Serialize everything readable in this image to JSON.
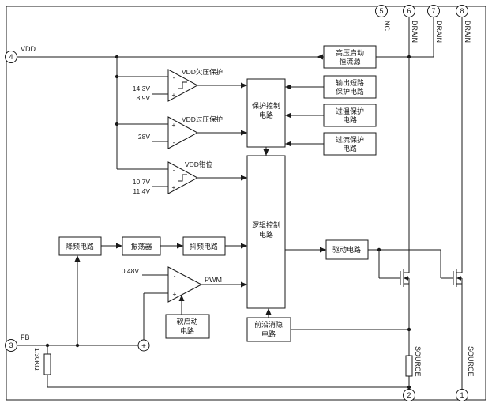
{
  "diagram": {
    "pins": {
      "pin1": {
        "num": "1",
        "label": "SOURCE"
      },
      "pin2": {
        "num": "2",
        "label": "SOURCE"
      },
      "pin3": {
        "num": "3",
        "label": "FB"
      },
      "pin4": {
        "num": "4",
        "label": "VDD"
      },
      "pin5": {
        "num": "5",
        "label": "NC"
      },
      "pin6": {
        "num": "6",
        "label": "DRAIN"
      },
      "pin7": {
        "num": "7",
        "label": "DRAIN"
      },
      "pin8": {
        "num": "8",
        "label": "DRAIN"
      }
    },
    "blocks": {
      "hv_startup": {
        "line1": "高压启动",
        "line2": "恒流源"
      },
      "output_short": {
        "line1": "输出短路",
        "line2": "保护电路"
      },
      "over_temp": {
        "line1": "过温保护",
        "line2": "电路"
      },
      "over_current": {
        "line1": "过流保护",
        "line2": "电路"
      },
      "protect_ctrl": {
        "line1": "保护控制",
        "line2": "电路"
      },
      "logic_ctrl": {
        "line1": "逻辑控制",
        "line2": "电路"
      },
      "freq_reduce": {
        "line1": "降频电路"
      },
      "oscillator": {
        "line1": "振荡器"
      },
      "freq_jitter": {
        "line1": "抖频电路"
      },
      "driver": {
        "line1": "驱动电路"
      },
      "soft_start": {
        "line1": "软启动",
        "line2": "电路"
      },
      "blanking": {
        "line1": "前沿消隐",
        "line2": "电路"
      }
    },
    "comparators": {
      "uvlo": {
        "label": "VDD欠压保护",
        "vth_high": "14.3V",
        "vth_low": "8.9V"
      },
      "ovp": {
        "label": "VDD过压保护",
        "vth": "28V"
      },
      "clamp": {
        "label": "VDD钳位",
        "vth_high": "10.7V",
        "vth_low": "11.4V"
      },
      "pwm": {
        "label": "PWM",
        "vref": "0.48V"
      }
    },
    "symbols": {
      "plus": "+",
      "minus": "-"
    },
    "resistors": {
      "fb": "1.30KΩ"
    },
    "colors": {
      "line": "#1a1a1a",
      "background": "#ffffff"
    }
  }
}
